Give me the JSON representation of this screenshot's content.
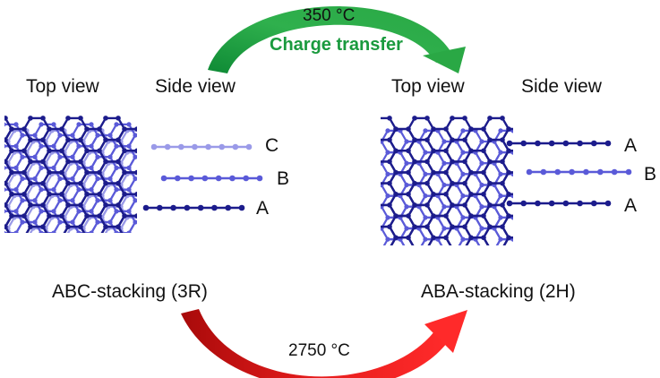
{
  "top_arrow": {
    "temperature": "350 °C",
    "process": "Charge transfer",
    "color": "#1a9a3e"
  },
  "bottom_arrow": {
    "temperature": "2750 °C",
    "color": "#e02020"
  },
  "left_structure": {
    "top_view_label": "Top view",
    "side_view_label": "Side view",
    "layers": [
      "C",
      "B",
      "A"
    ],
    "name": "ABC-stacking (3R)"
  },
  "right_structure": {
    "top_view_label": "Top view",
    "side_view_label": "Side view",
    "layers": [
      "A",
      "B",
      "A"
    ],
    "name": "ABA-stacking (2H)"
  },
  "colors": {
    "dark_layer": "#1c1c8c",
    "mid_layer": "#5a5ad8",
    "light_layer": "#9a9ae8"
  }
}
